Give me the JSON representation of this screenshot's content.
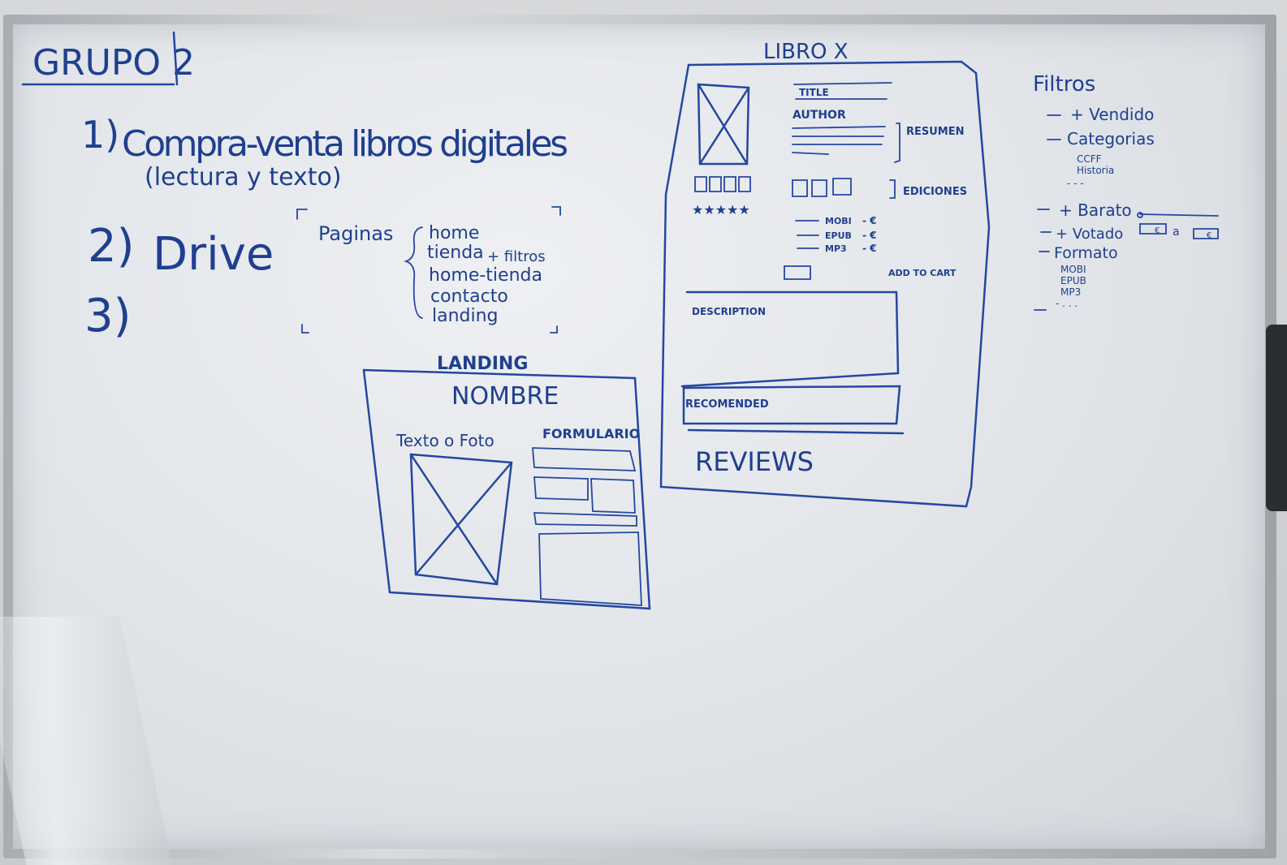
{
  "title": "GRUPO 2",
  "ideas": [
    {
      "label": "1)",
      "text": "Compra-venta libros digitales",
      "subtext": "(lectura y texto)"
    },
    {
      "label": "2)",
      "text": "Drive"
    },
    {
      "label": "3)",
      "text": ""
    }
  ],
  "pages": {
    "heading": "Paginas",
    "items": [
      "home",
      "tienda",
      "home-tienda",
      "contacto",
      "landing"
    ],
    "tienda_note": "+ filtros"
  },
  "landing_sketch": {
    "heading": "LANDING",
    "name": "NOMBRE",
    "left_label": "Texto o Foto",
    "right_label": "FORMULARIO"
  },
  "book_sketch": {
    "heading": "LIBRO X",
    "title_field": "TITLE",
    "author_field": "AUTHOR",
    "summary_label": "RESUMEN",
    "editions_label": "EDICIONES",
    "formats": [
      {
        "name": "MOBI",
        "price": "- €"
      },
      {
        "name": "EPUB",
        "price": "- €"
      },
      {
        "name": "MP3",
        "price": "- €"
      }
    ],
    "add_to_cart": "ADD TO CART",
    "description": "DESCRIPTION",
    "recommended": "RECOMENDED",
    "reviews": "REVIEWS"
  },
  "filters": {
    "heading": "Filtros",
    "items": [
      {
        "text": "+ Vendido"
      },
      {
        "text": "Categorias",
        "sub": [
          "CCFF",
          "Historia",
          "- - -"
        ]
      },
      {
        "text": "+ Barato",
        "range": [
          "€",
          "a",
          "€"
        ]
      },
      {
        "text": "+ Votado"
      },
      {
        "text": "Formato",
        "sub": [
          "MOBI",
          "EPUB",
          "MP3",
          "- . . ."
        ]
      },
      {
        "text": ""
      }
    ]
  },
  "colors": {
    "ink": "#1f3f8f",
    "board": "#e6e8ec",
    "frame": "#b0b4b9"
  }
}
